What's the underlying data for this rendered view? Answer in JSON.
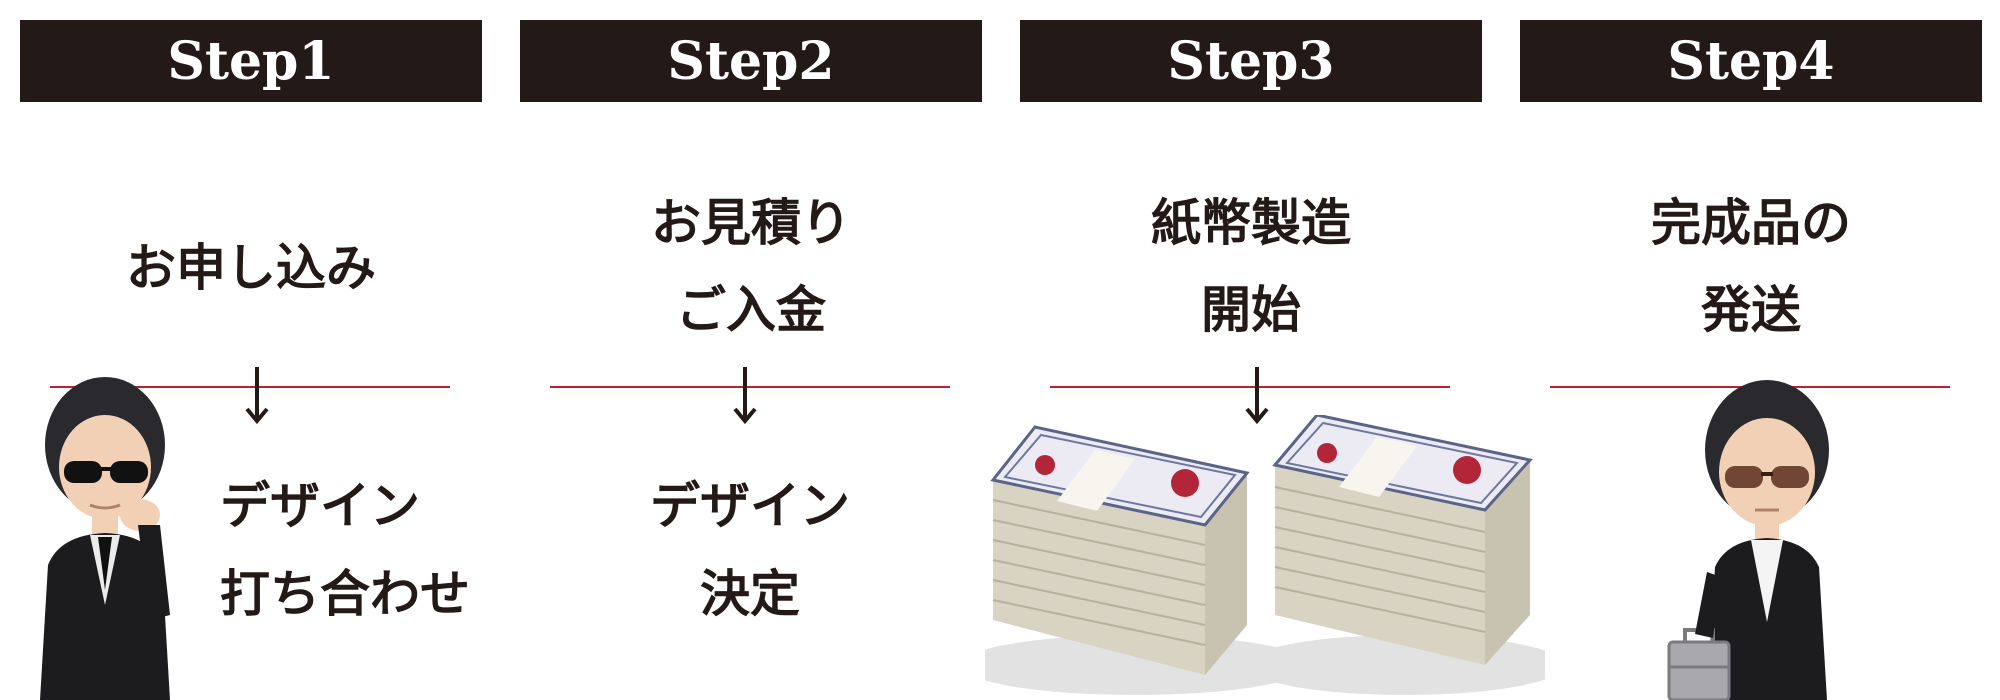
{
  "steps": [
    {
      "label": "Step1",
      "title_lines": [
        "お申し込み"
      ],
      "detail_lines": [
        "デザイン",
        "打ち合わせ"
      ],
      "image": "figure-thinking"
    },
    {
      "label": "Step2",
      "title_lines": [
        "お見積り",
        "ご入金"
      ],
      "detail_lines": [
        "デザイン",
        "決定"
      ],
      "image": "none"
    },
    {
      "label": "Step3",
      "title_lines": [
        "紙幣製造",
        "開始"
      ],
      "detail_lines": [],
      "image": "banknote-stacks"
    },
    {
      "label": "Step4",
      "title_lines": [
        "完成品の",
        "発送"
      ],
      "detail_lines": [],
      "image": "figure-briefcase"
    }
  ],
  "colors": {
    "banner": "#231916",
    "rule": "#b8232e",
    "text": "#231916"
  },
  "icons": {
    "arrow": "arrow-down-icon"
  }
}
